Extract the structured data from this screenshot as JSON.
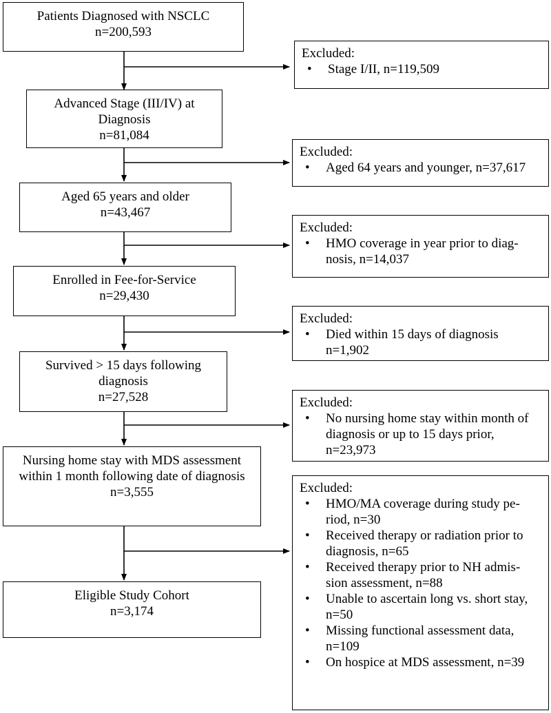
{
  "main_boxes": [
    {
      "lines": [
        "Patients Diagnosed with NSCLC",
        "n=200,593"
      ]
    },
    {
      "lines": [
        "Advanced Stage (III/IV) at",
        "Diagnosis",
        "n=81,084"
      ]
    },
    {
      "lines": [
        "Aged 65 years and older",
        "n=43,467"
      ]
    },
    {
      "lines": [
        "Enrolled in Fee-for-Service",
        "n=29,430"
      ]
    },
    {
      "lines": [
        "Survived > 15 days following",
        "diagnosis",
        "n=27,528"
      ]
    },
    {
      "lines": [
        "Nursing home stay with MDS assessment",
        "within 1 month following date of diagnosis",
        "n=3,555"
      ]
    },
    {
      "lines": [
        "Eligible Study Cohort",
        "n=3,174"
      ]
    }
  ],
  "exclusion_boxes": [
    {
      "heading": "Excluded:",
      "items": [
        [
          "Stage I/II, n=119,509"
        ]
      ]
    },
    {
      "heading": "Excluded:",
      "items": [
        [
          "Aged 64 years and younger, n=37,617"
        ]
      ]
    },
    {
      "heading": "Excluded:",
      "items": [
        [
          "HMO coverage in year prior to diag-",
          "nosis, n=14,037"
        ]
      ]
    },
    {
      "heading": "Excluded:",
      "items": [
        [
          "Died within 15 days of diagnosis",
          "n=1,902"
        ]
      ]
    },
    {
      "heading": "Excluded:",
      "items": [
        [
          "No nursing home stay within month of",
          "diagnosis or up to 15 days prior,",
          "n=23,973"
        ]
      ]
    },
    {
      "heading": "Excluded:",
      "items": [
        [
          "HMO/MA coverage during study pe-",
          "riod, n=30"
        ],
        [
          "Received therapy or radiation prior to",
          "diagnosis, n=65"
        ],
        [
          "Received therapy prior to NH admis-",
          "sion assessment, n=88"
        ],
        [
          "Unable to ascertain long vs. short stay,",
          "n=50"
        ],
        [
          "Missing functional assessment data,",
          "n=109"
        ],
        [
          "On hospice at MDS assessment, n=39"
        ]
      ]
    }
  ]
}
